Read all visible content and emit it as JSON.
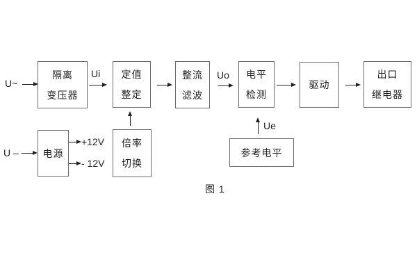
{
  "figure": {
    "caption": "图 1",
    "colors": {
      "background": "#ffffff",
      "box_border": "#6a6a6a",
      "line": "#1f1f1f",
      "text": "#1f1f1f"
    },
    "blocks": {
      "isolation_transformer": {
        "lines": [
          "隔离",
          "变压器"
        ]
      },
      "value_setting": {
        "lines": [
          "定值",
          "整定"
        ]
      },
      "rectifier_filter": {
        "lines": [
          "整流",
          "滤波"
        ]
      },
      "level_detection": {
        "lines": [
          "电平",
          "检测"
        ]
      },
      "drive": {
        "lines": [
          "驱动"
        ]
      },
      "output_relay": {
        "lines": [
          "出口",
          "继电器"
        ]
      },
      "power_supply": {
        "lines": [
          "电源"
        ]
      },
      "ratio_switch": {
        "lines": [
          "倍率",
          "切换"
        ]
      },
      "reference_level": {
        "lines": [
          "参考电平"
        ]
      }
    },
    "signals": {
      "input_ac": "U~",
      "input_dc": "U –",
      "ui": "Ui",
      "uo": "Uo",
      "ue": "Ue",
      "plus12v": "+12V",
      "minus12v": "- 12V"
    }
  }
}
